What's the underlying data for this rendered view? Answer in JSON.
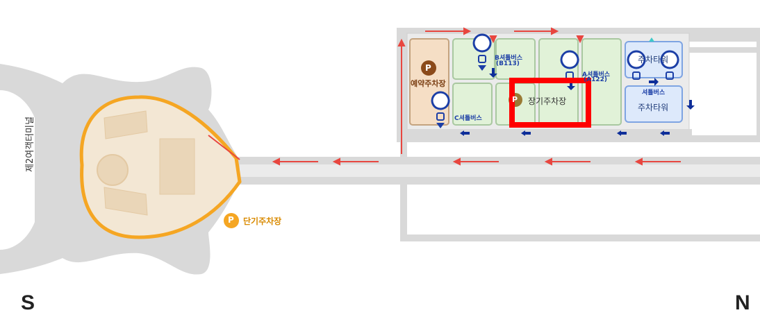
{
  "map": {
    "terminal_label": "제2여객터미널",
    "short_term_parking": {
      "badge": "P",
      "label": "단기주차장"
    },
    "reserved_parking": {
      "badge": "P",
      "label": "예약주차장"
    },
    "long_term_parking": {
      "badge": "P",
      "label": "장기주차장"
    },
    "parking_tower_top": "주차타워",
    "parking_tower_bottom": "주차타워",
    "shuttle_b": {
      "line1": "B셔틀버스",
      "line2": "(B113)"
    },
    "shuttle_a": {
      "line1": "A셔틀버스",
      "line2": "(A122)"
    },
    "shuttle_c": "C셔틀버스",
    "shuttle_tower": "셔틀버스",
    "compass_south": "S",
    "compass_north": "N",
    "highlighted_zone": "장기주차장"
  },
  "colors": {
    "terminal_fill": "#f3e7d4",
    "terminal_outline": "#f5a623",
    "road_gray": "#d9d9d9",
    "parking_green": "#e1f2d8",
    "reserved_brown": "#f5dec5",
    "tower_blue": "#dde9fb",
    "flow_arrow_red": "#e8463f",
    "flow_arrow_blue": "#0e2e99",
    "highlight_red": "#ff0000"
  }
}
